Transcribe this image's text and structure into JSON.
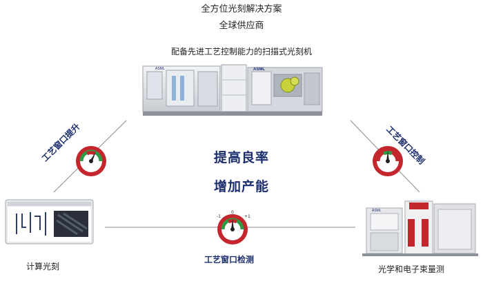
{
  "header": {
    "line1": "全方位光刻解决方案",
    "line2": "全球供应商",
    "scanner_caption": "配备先进工艺控制能力的扫描式光刻机"
  },
  "center": {
    "line1": "提高良率",
    "line2": "增加产能"
  },
  "edges": {
    "left": "工艺窗口提升",
    "right": "工艺窗口控制",
    "bottom": "工艺窗口检测"
  },
  "nodes": {
    "bottom_left": "计算光刻",
    "bottom_right": "光学和电子束量测"
  },
  "gauge": {
    "scale_left": "-1",
    "scale_mid": "0",
    "scale_right": "+1"
  },
  "logos": {
    "scanner_left": "ASML",
    "scanner_right": "ASML",
    "metrology": "ASML"
  },
  "colors": {
    "accent_navy": "#1d2f6e",
    "gauge_red": "#c4262e",
    "gauge_green": "#2e9a46",
    "connector": "#8a8a8a"
  }
}
